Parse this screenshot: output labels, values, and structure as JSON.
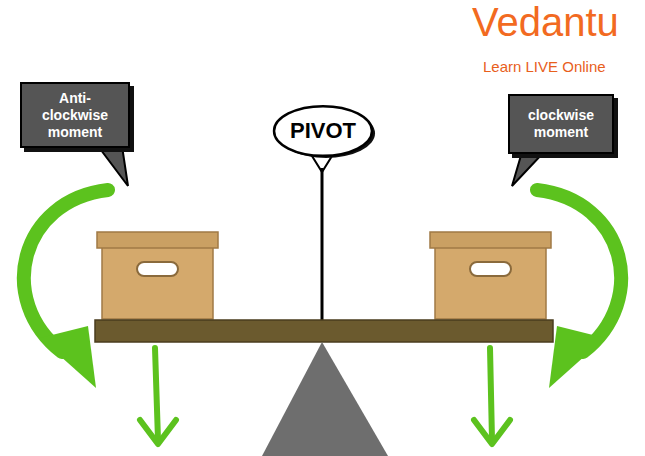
{
  "diagram": {
    "nodes": [
      {
        "text": [
          "Anti-clockwise moment"
        ]
      },
      {
        "text": [
          "PIVOT"
        ]
      },
      {
        "text": [
          "clockwise moment"
        ]
      }
    ],
    "labels": [
      "Vedantu",
      "Learn LIVE Online"
    ]
  }
}
